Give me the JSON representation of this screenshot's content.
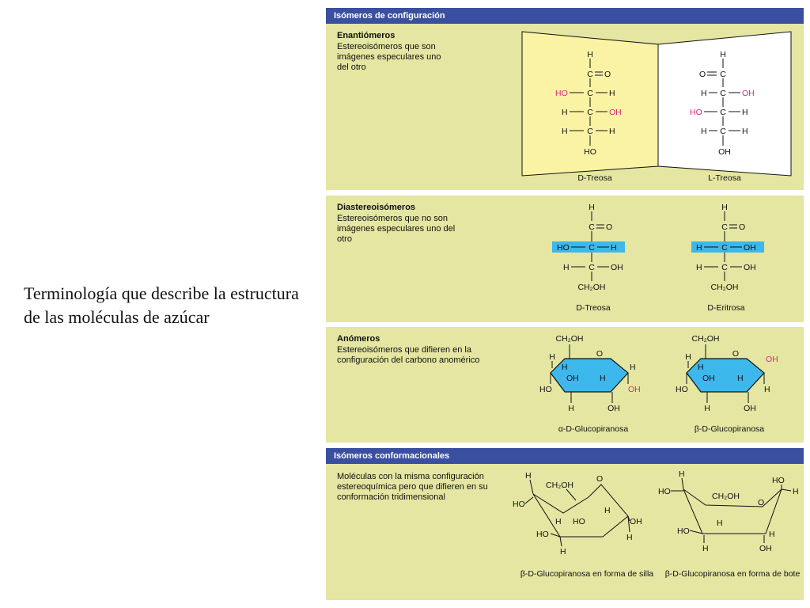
{
  "caption": "Terminología que describe la estructura de las moléculas de azúcar",
  "sections": {
    "configuration": {
      "header": "Isómeros de configuración"
    },
    "enantiomers": {
      "title": "Enantiómeros",
      "description": "Estereoisómeros que son imágenes especulares uno del otro",
      "left_label": "D-Treosa",
      "right_label": "L-Treosa"
    },
    "diastereomers": {
      "title": "Diastereoisómeros",
      "description": "Estereoisómeros que no son imágenes especulares uno del otro",
      "left_label": "D-Treosa",
      "right_label": "D-Eritrosa"
    },
    "anomers": {
      "title": "Anómeros",
      "description": "Estereoisómeros que difieren en la configuración del carbono anomérico",
      "left_label": "α-D-Glucopiranosa",
      "right_label": "β-D-Glucopiranosa"
    },
    "conformational": {
      "header": "Isómeros conformacionales",
      "description": "Moléculas con la misma configuración estereoquímica pero que difieren en su conformación tridimensional",
      "left_label": "β-D-Glucopiranosa en forma de silla",
      "right_label": "β-D-Glucopiranosa en forma de bote"
    }
  },
  "colors": {
    "panel": "#e4e6a2",
    "header_band": "#3a4fa0",
    "mirror_left": "#fbf3a4",
    "highlight": "#3cb8ec",
    "emphasis_text": "#e0287c"
  }
}
